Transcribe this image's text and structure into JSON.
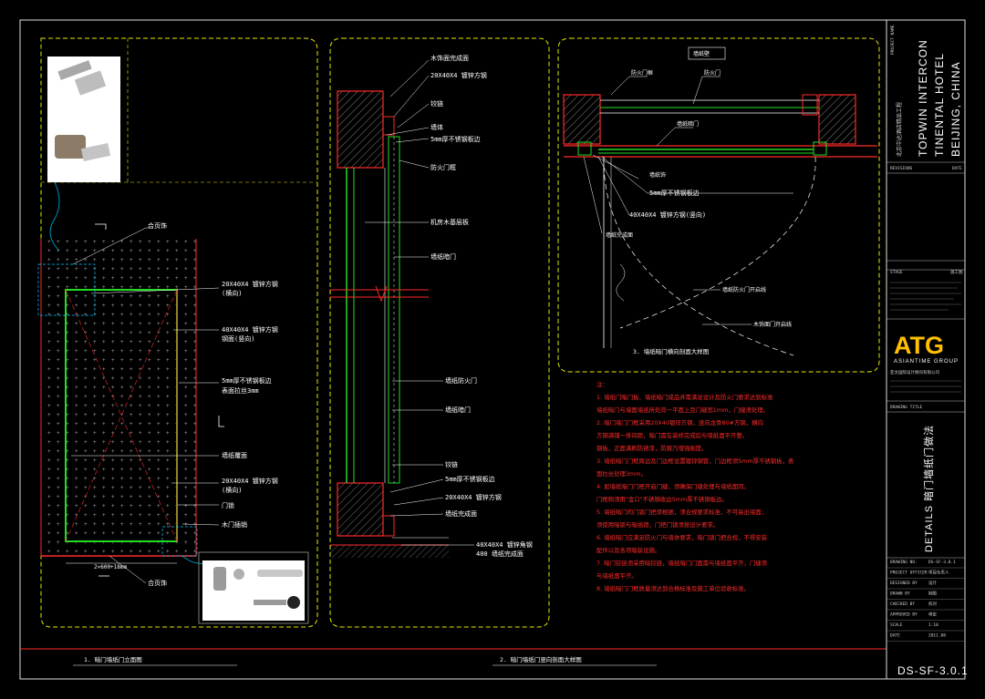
{
  "colors": {
    "background": "#000000",
    "frame_yellow": "#e8e800",
    "wall_red": "#ff2a2a",
    "door_green": "#22dd22",
    "leader_cyan": "#00c8ff",
    "text": "#ffffff",
    "note_red": "#ff2a2a",
    "logo": "#ffc000"
  },
  "panel1": {
    "labels": {
      "hinge": "合页饰",
      "tube1": "20X40X4 镀锌方钢",
      "tube1b": "(横向)",
      "tube2": "40X40X4 镀锌方钢",
      "tube2b": "钢面(竖向)",
      "plate1": "5mm厚不锈钢板边",
      "plate2": "表面拉丝3mm",
      "finish": "墙纸覆面",
      "tube3": "20X40X4 镀锌方钢",
      "tube3b": "(横向)",
      "lock": "门锁",
      "pin": "木门插销",
      "hinge2": "合页饰",
      "width": "2×600+18mm"
    },
    "caption": "1. 暗门墙纸门立面图"
  },
  "panel2": {
    "labels": {
      "l1": "木饰面完成面",
      "l2": "20X40X4 镀锌方钢",
      "l3": "铰链",
      "l4": "墙体",
      "l5": "5mm厚不锈钢板边",
      "l6": "防火门框",
      "l7": "机房木基层板",
      "l8": "墙纸暗门",
      "l9": "墙纸防火门",
      "l10": "墙纸暗门",
      "l11": "铰链",
      "l12": "5mm厚不锈钢板边",
      "l13": "20X40X4 镀锌方钢",
      "l14": "墙纸完成面",
      "l15": "40X40X4 镀锌角钢",
      "l16": "400 墙纸完成面"
    },
    "caption": "2. 暗门墙纸门竖向剖面大样图"
  },
  "panel3": {
    "tag": "墙纸壁",
    "labels": {
      "m1": "防火门框",
      "m2": "防火门",
      "m3": "墙纸暗门",
      "m4": "墙纸饰",
      "m5": "5mm厚不锈钢板边",
      "m6": "40X40X4 镀锌方钢(竖向)",
      "m7": "墙纸完成面",
      "m8": "墙纸防火门开启线",
      "m9": "木饰面门开启线"
    },
    "caption": "3. 墙纸暗门横向剖面大样图"
  },
  "notes": {
    "title": "注：",
    "lines": [
      "1. 墙纸门暗门板、墙纸暗门成品并需满足设计及防火门要求达到标准",
      "  墙纸暗门与墙面墙纸所处同一平面上且门缝宽1mm，门缝须处理。",
      "2. 暗门墙门门框采用20X40镀锌方钢，竖向龙骨80#方钢，横向",
      "  方钢满铺一排间距，暗门需在装修完成后与墙纸面平齐整。",
      "  钢板，正面满刷防锈漆，防腐乃增强刚度。",
      "3. 墙纸暗门门框周边及门边框设置镀锌钢管，门边框须5mm厚不锈钢板，表",
      "  面拉丝处理3mm。",
      "4. 如墙纸暗门门框开启门缝，须确保门缝处理与墙纸面同。",
      "  门框侧须用\"金口\"不锈钢收边5mm厚不锈钢板边。",
      "5. 墙纸暗门的门锁门把须根据，须合规要求标准，不可高出墙面，",
      "  须使用暗锁与暗插销，门把门锁须按设计要求。",
      "6. 墙纸暗门应满足防火门与墙体要求，暗门锁门把合规，不得安装",
      "  配件以及各项暗装设施。",
      "7. 暗门铰链须采用暗铰链，墙纸暗门门面需与墙纸面平齐，门缝须",
      "  与墙纸面平齐。",
      "8. 墙纸暗门门框质量须达到合格标准及施工单位验收标准。"
    ]
  },
  "titleblock": {
    "project_label": "PROJECT NAME",
    "project_cn": "北京中达酒店精品工程",
    "project_en": [
      "TOPWIN INTERCON",
      "TINENTAL HOTEL",
      "BEIJING, CHINA"
    ],
    "issue_label": "REVISIONS",
    "issue_date": "DATE",
    "stage_label": "STAGE",
    "stage_value": "施工图",
    "company": "ATG",
    "company_sub": "ASIANTIME GROUP",
    "company_cn": "亚太国际设计顾问有限公司",
    "drawing_title_label": "DRAWING TITLE",
    "drawing_title": "DETAILS 暗门墙纸门做法",
    "rows": [
      [
        "DRAWING NO.",
        "DS-SF-3.0.1"
      ],
      [
        "PROJECT OFFICER",
        "项目负责人"
      ],
      [
        "DESIGNED BY",
        "设计"
      ],
      [
        "DRAWN BY",
        "制图"
      ],
      [
        "CHECKED BY",
        "校对"
      ],
      [
        "APPROVED BY",
        "审定"
      ],
      [
        "SCALE",
        "1:10"
      ],
      [
        "DATE",
        "2011.08"
      ]
    ],
    "drawing_no": "DS-SF-3.0.1"
  }
}
